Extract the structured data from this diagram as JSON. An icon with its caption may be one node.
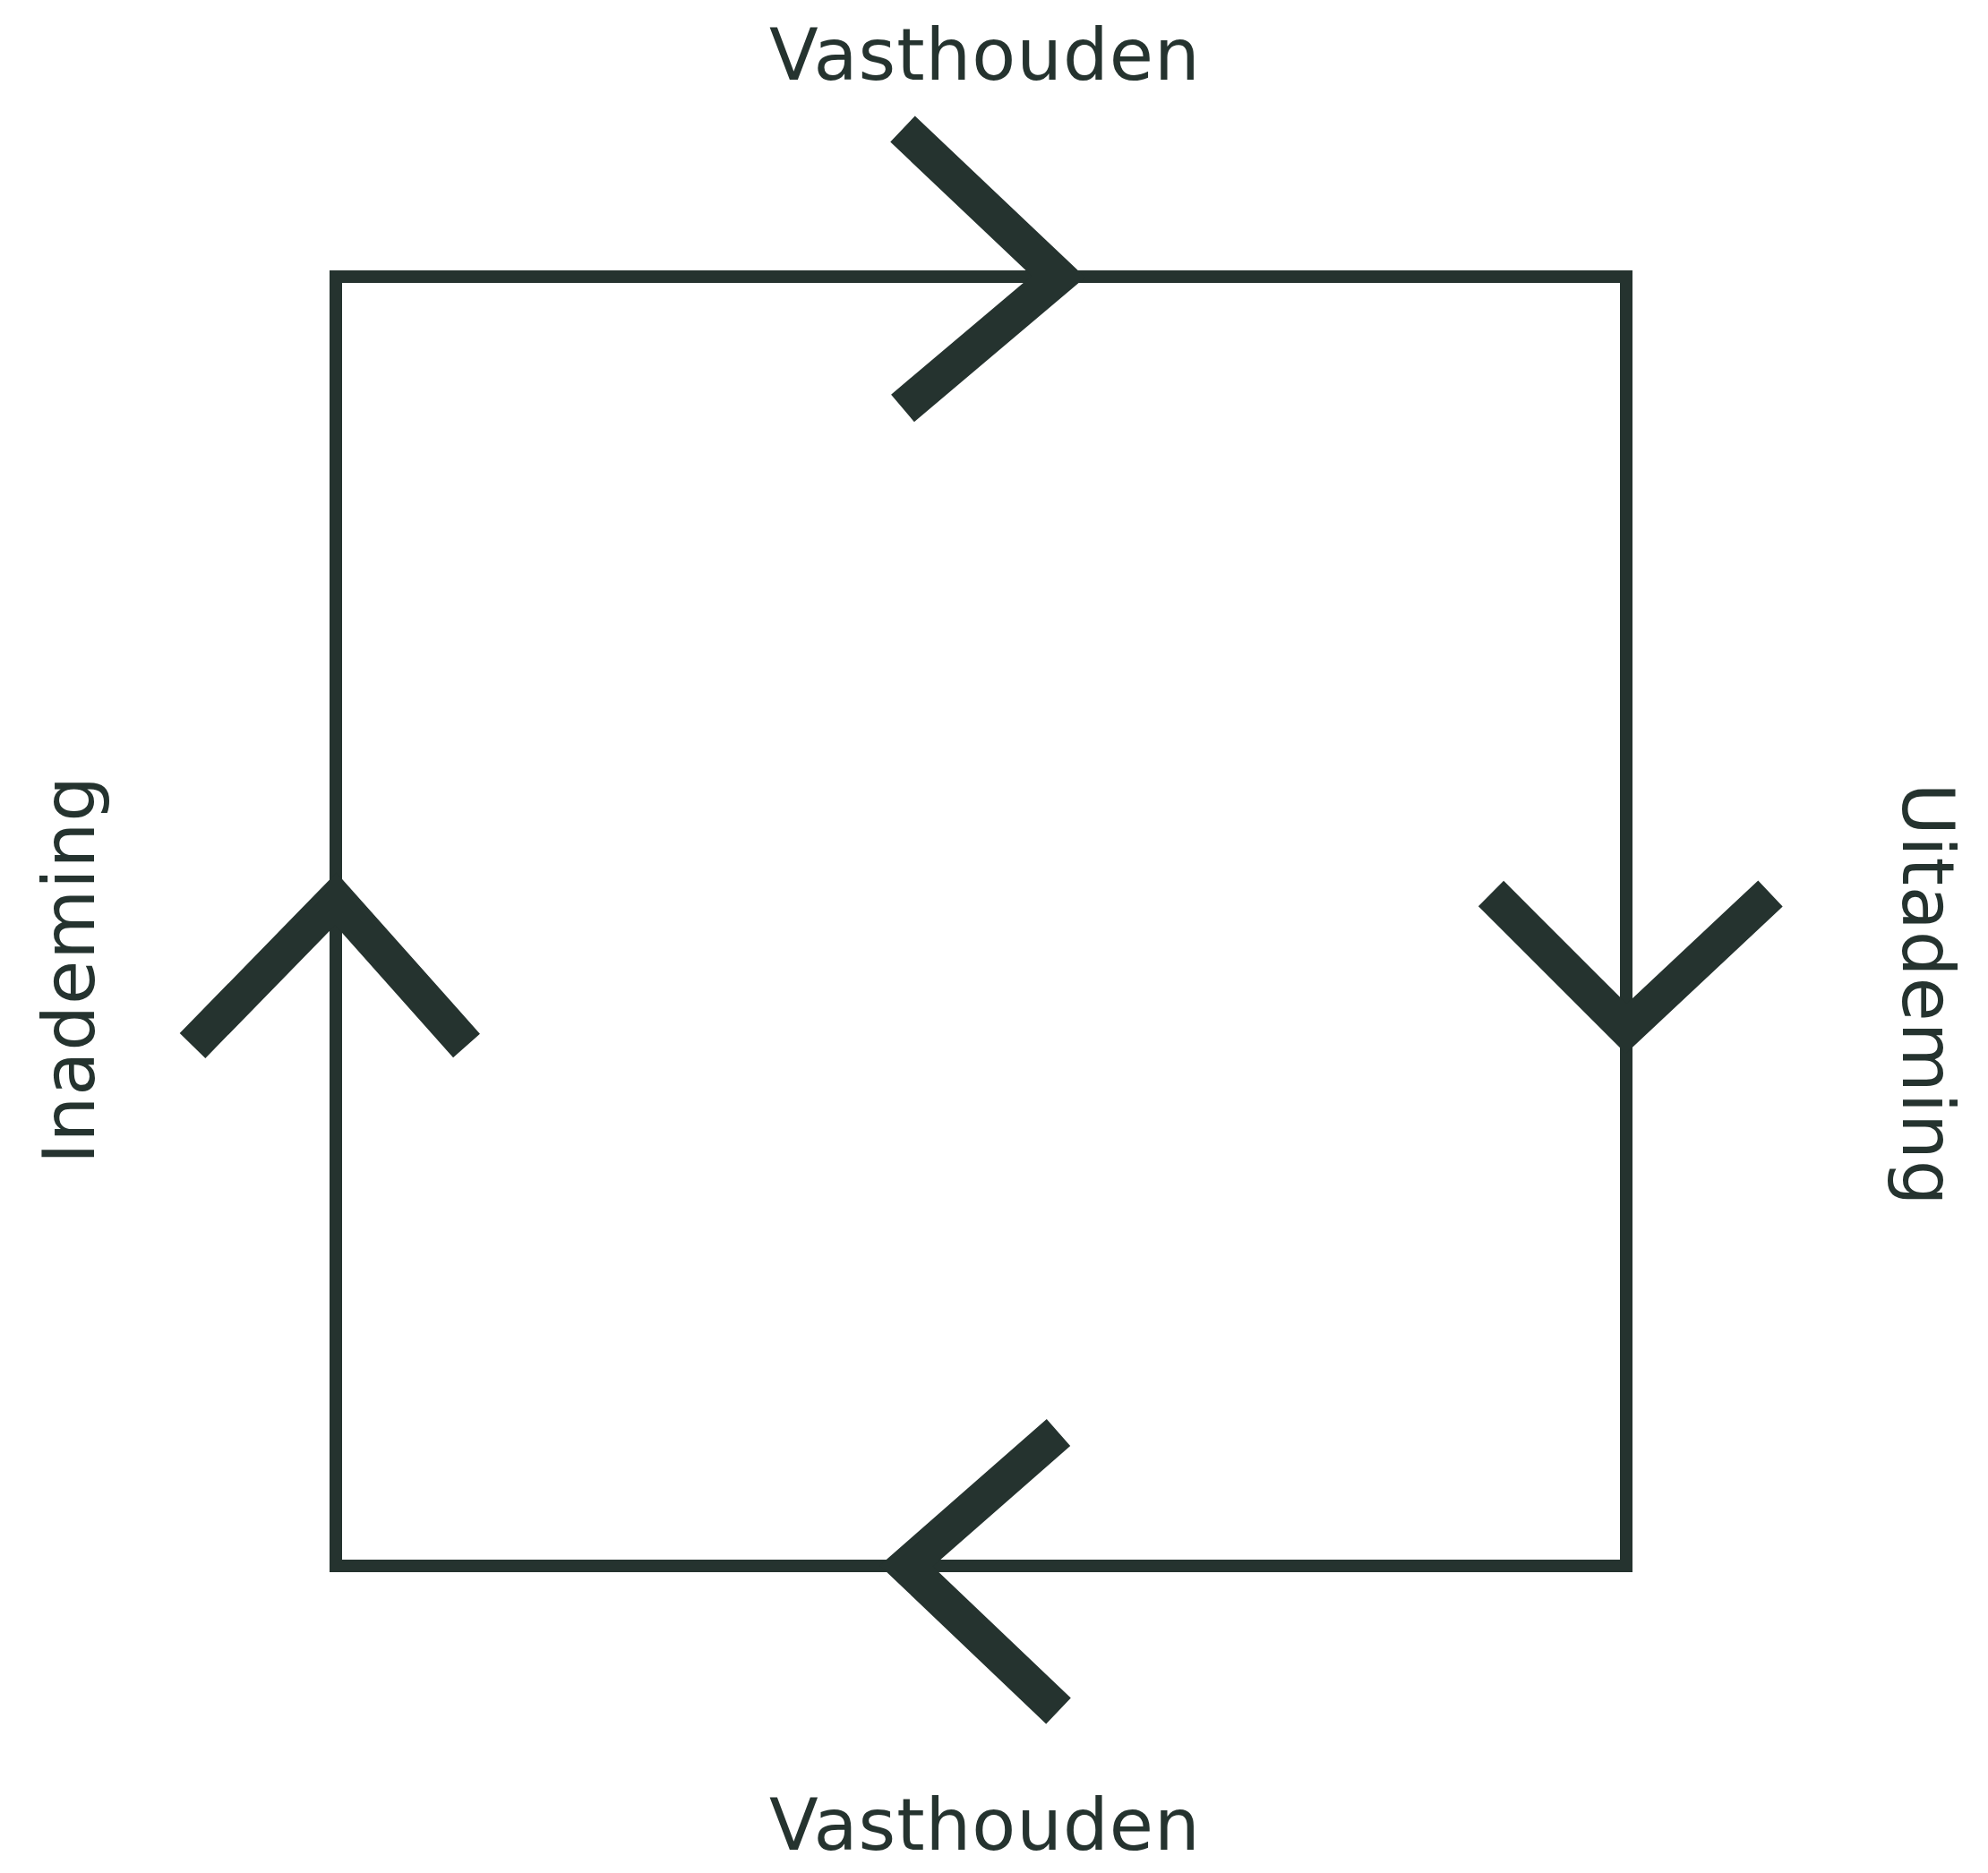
{
  "diagram": {
    "labels": [
      "Vasthouden",
      "Inademing",
      "Uitademing",
      "Vasthouden"
    ]
  }
}
